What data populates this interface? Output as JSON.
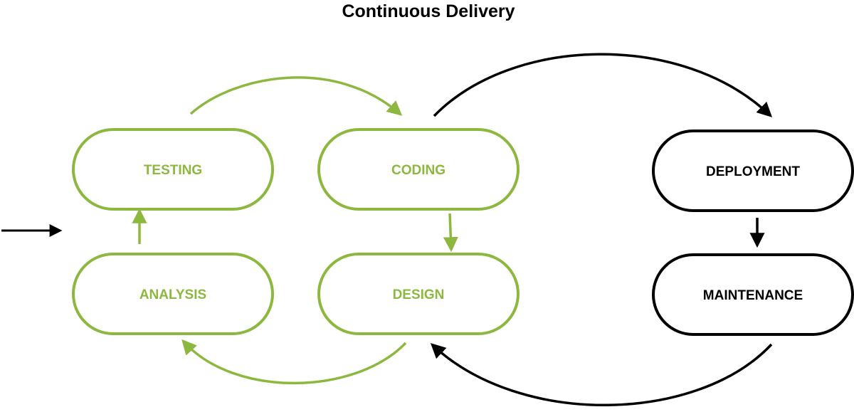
{
  "title": "Continuous Delivery",
  "colors": {
    "green": "#8cb83f",
    "black": "#000000",
    "background": "#ffffff"
  },
  "nodes": [
    {
      "id": "testing",
      "label": "TESTING",
      "color": "green"
    },
    {
      "id": "coding",
      "label": "CODING",
      "color": "green"
    },
    {
      "id": "analysis",
      "label": "ANALYSIS",
      "color": "green"
    },
    {
      "id": "design",
      "label": "DESIGN",
      "color": "green"
    },
    {
      "id": "deployment",
      "label": "DEPLOYMENT",
      "color": "black"
    },
    {
      "id": "maintenance",
      "label": "MAINTENANCE",
      "color": "black"
    }
  ],
  "edges": [
    {
      "from": "entry",
      "to": "analysis",
      "color": "black"
    },
    {
      "from": "analysis",
      "to": "testing",
      "color": "green"
    },
    {
      "from": "testing",
      "to": "coding",
      "color": "green"
    },
    {
      "from": "coding",
      "to": "design",
      "color": "green"
    },
    {
      "from": "design",
      "to": "analysis",
      "color": "green"
    },
    {
      "from": "coding",
      "to": "deployment",
      "color": "black"
    },
    {
      "from": "deployment",
      "to": "maintenance",
      "color": "black"
    },
    {
      "from": "maintenance",
      "to": "design",
      "color": "black"
    }
  ]
}
